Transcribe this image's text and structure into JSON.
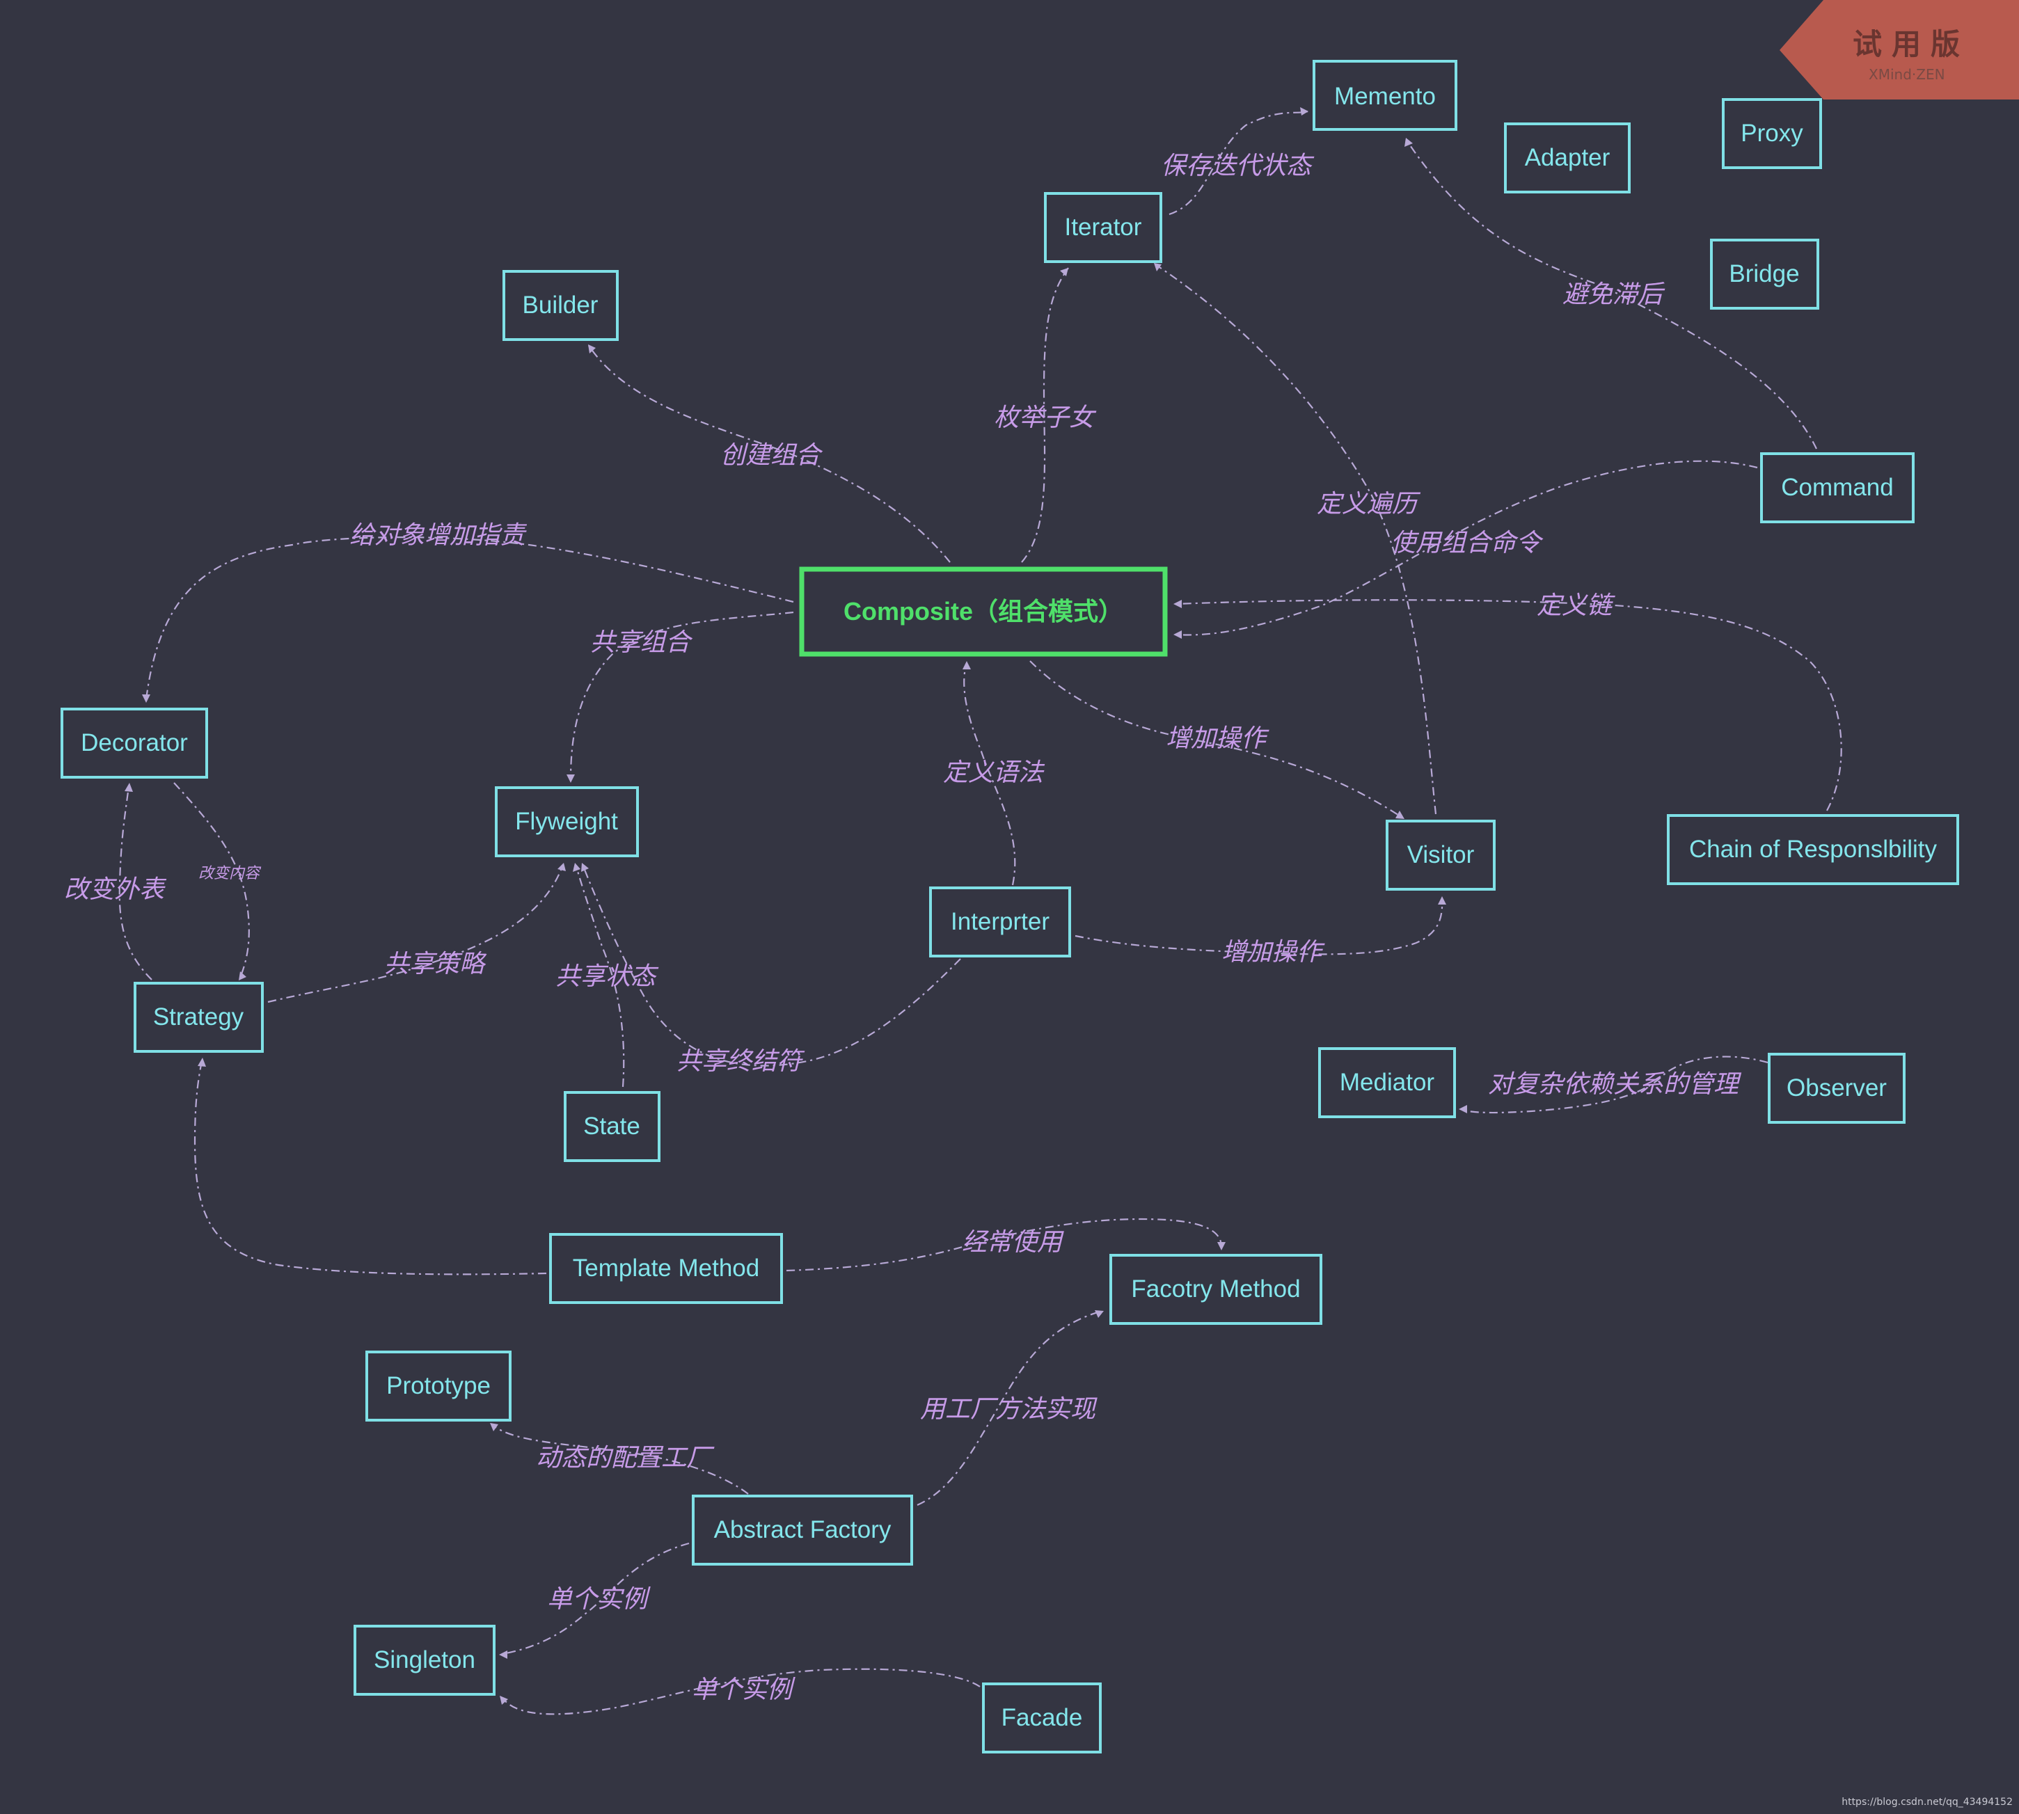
{
  "colors": {
    "background": "#343542",
    "node_border": "#7fe0e6",
    "node_text": "#84e6ec",
    "central_node": "#4fe06a",
    "edge_label": "#c79be8",
    "ribbon": "#b85a4e"
  },
  "trial_badge": {
    "title": "试用版",
    "subtitle": "XMind·ZEN"
  },
  "watermark": "https://blog.csdn.net/qq_43494152",
  "nodes": {
    "composite": "Composite（组合模式）",
    "memento": "Memento",
    "adapter": "Adapter",
    "proxy": "Proxy",
    "bridge": "Bridge",
    "iterator": "Iterator",
    "builder": "Builder",
    "command": "Command",
    "decorator": "Decorator",
    "flyweight": "Flyweight",
    "visitor": "Visitor",
    "chain": "Chain of Responslbility",
    "interpreter": "Interprter",
    "strategy": "Strategy",
    "state": "State",
    "mediator": "Mediator",
    "observer": "Observer",
    "template_method": "Template Method",
    "factory_method": "Facotry Method",
    "prototype": "Prototype",
    "abstract_factory": "Abstract Factory",
    "singleton": "Singleton",
    "facade": "Facade"
  },
  "edge_labels": {
    "iterator_memento": "保存迭代状态",
    "command_memento": "避免滞后",
    "composite_iterator": "枚举子女",
    "composite_builder": "创建组合",
    "composite_decorator": "给对象增加指责",
    "visitor_iterator": "定义遍历",
    "command_composite": "使用组合命令",
    "chain_composite": "定义链",
    "composite_flyweight": "共享组合",
    "composite_visitor": "增加操作",
    "interpreter_composite": "定义语法",
    "strategy_decorator": "改变外表",
    "decorator_strategy": "改变内容",
    "strategy_flyweight": "共享策略",
    "state_flyweight": "共享状态",
    "interpreter_flyweight": "共享终结符",
    "interpreter_visitor": "增加操作",
    "observer_mediator": "对复杂依赖关系的管理",
    "template_factory": "经常使用",
    "abstract_factory_method": "用工厂方法实现",
    "abstract_prototype": "动态的配置工厂",
    "abstract_singleton": "单个实例",
    "facade_singleton": "单个实例"
  }
}
